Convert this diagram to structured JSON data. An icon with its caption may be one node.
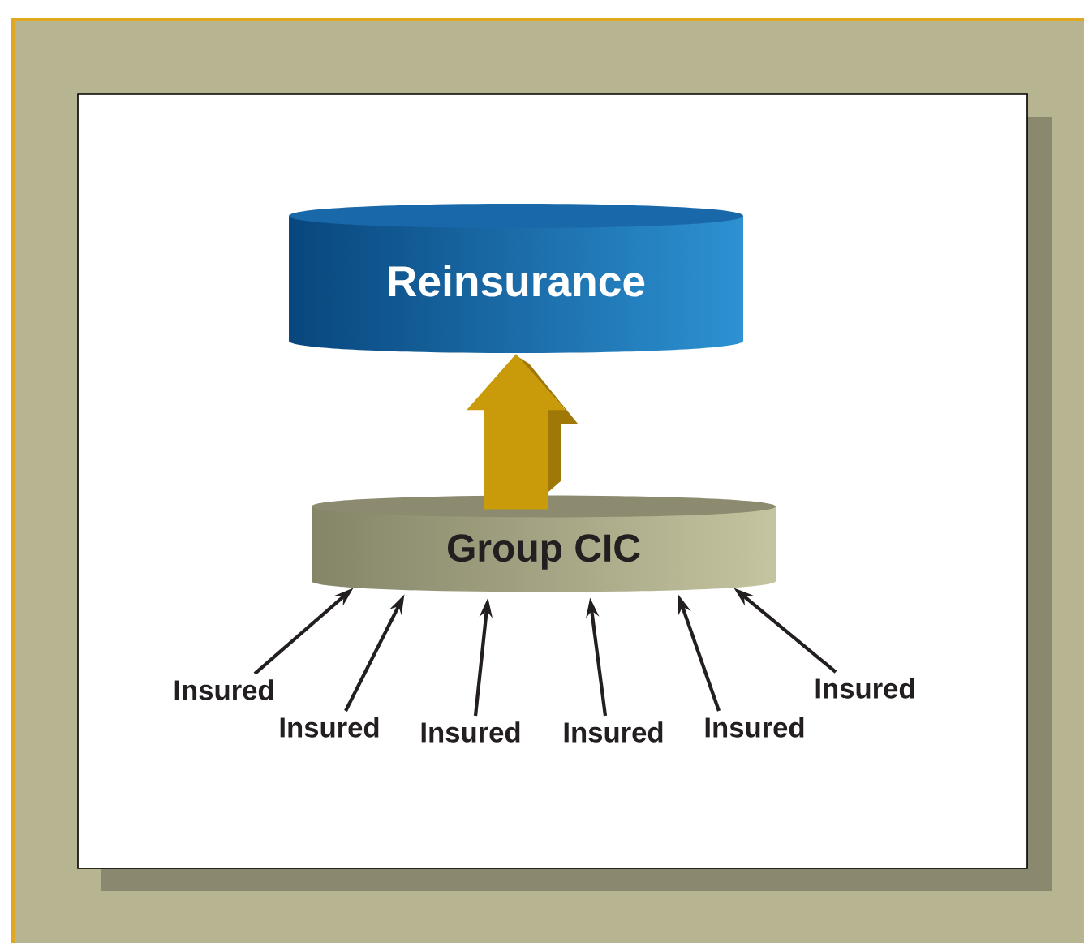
{
  "diagram": {
    "nodes": [
      {
        "text": [
          "Reinsurance"
        ]
      },
      {
        "text": [
          "Group CIC"
        ]
      },
      {
        "text": [
          "Insured"
        ]
      },
      {
        "text": [
          "Insured"
        ]
      },
      {
        "text": [
          "Insured"
        ]
      },
      {
        "text": [
          "Insured"
        ]
      },
      {
        "text": [
          "Insured"
        ]
      },
      {
        "text": [
          "Insured"
        ]
      }
    ],
    "edges": [
      {
        "from": 1,
        "to": 0,
        "arrow": "to",
        "style": "thick",
        "color": "#c99a0a"
      },
      {
        "from": 2,
        "to": 1,
        "arrow": "to"
      },
      {
        "from": 3,
        "to": 1,
        "arrow": "to"
      },
      {
        "from": 4,
        "to": 1,
        "arrow": "to"
      },
      {
        "from": 5,
        "to": 1,
        "arrow": "to"
      },
      {
        "from": 6,
        "to": 1,
        "arrow": "to"
      },
      {
        "from": 7,
        "to": 1,
        "arrow": "to"
      }
    ]
  }
}
